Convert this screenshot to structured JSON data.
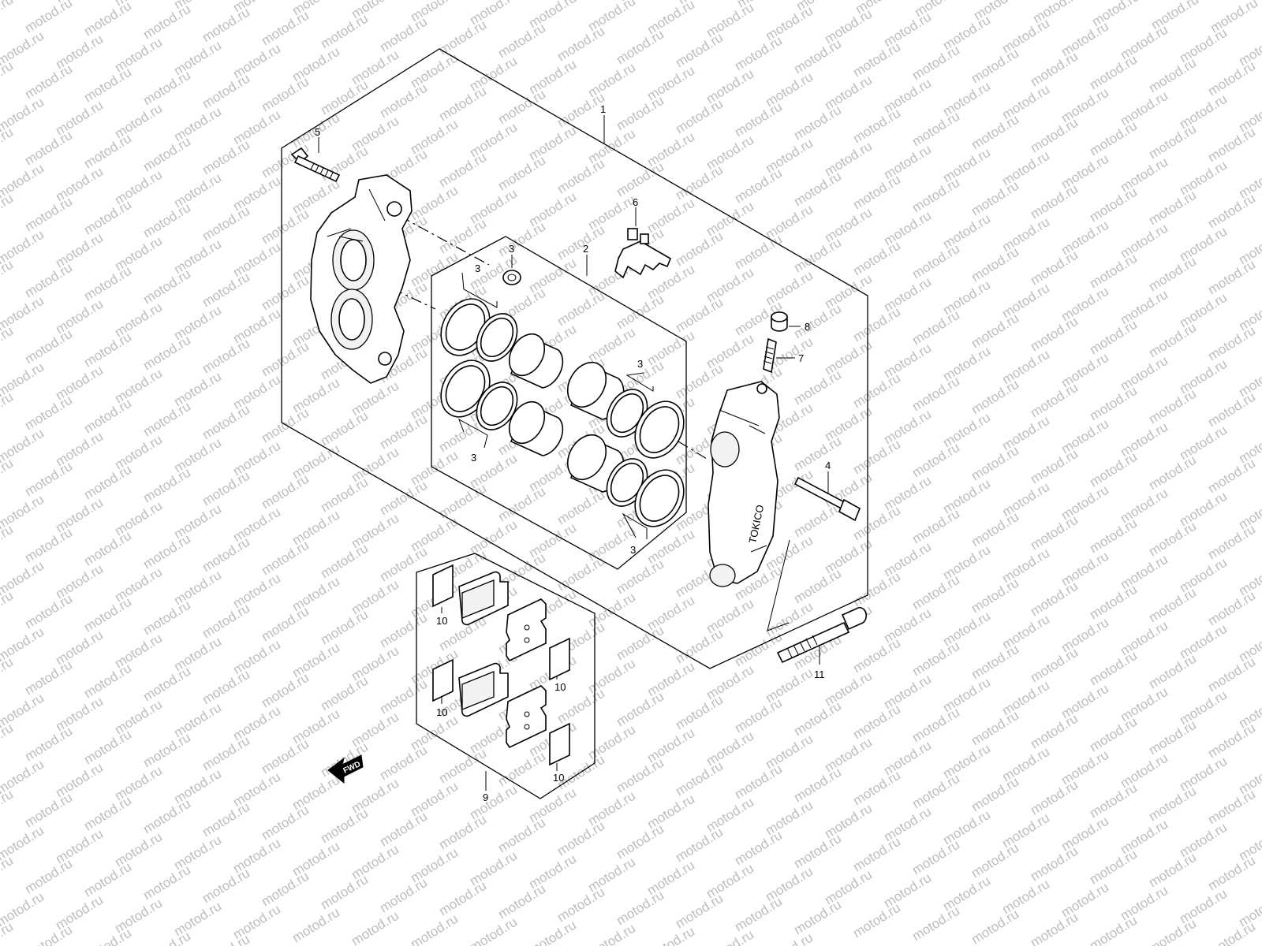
{
  "watermark": {
    "text": "motod.ru"
  },
  "callouts": [
    "1",
    "2",
    "3",
    "3",
    "3",
    "3",
    "3",
    "4",
    "5",
    "6",
    "7",
    "8",
    "9",
    "10",
    "10",
    "10",
    "10",
    "11"
  ],
  "fwd_label": "FWD",
  "brand_text": "TOKICO"
}
